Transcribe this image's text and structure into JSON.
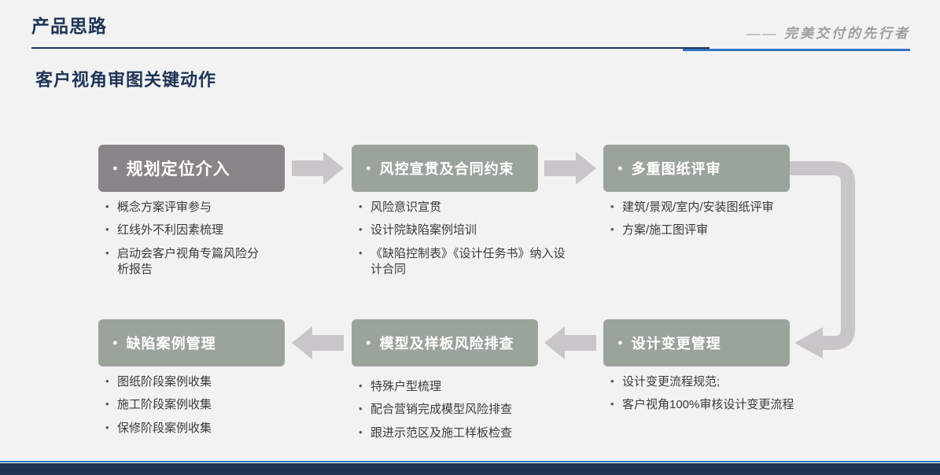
{
  "header": {
    "title": "产品思路",
    "tagline": "—— 完美交付的先行者"
  },
  "subtitle": "客户视角审图关键动作",
  "colors": {
    "navy": "#1e3455",
    "accent_blue": "#2f74c0",
    "box_primary": "#8a8488",
    "box_secondary": "#9ba49a",
    "arrow_gray": "#c9c5c8"
  },
  "flow": {
    "row1": [
      {
        "label": "规划定位介入",
        "bullets": [
          "概念方案评审参与",
          "红线外不利因素梳理",
          "启动会客户视角专篇风险分析报告"
        ]
      },
      {
        "label": "风控宣贯及合同约束",
        "bullets": [
          "风险意识宣贯",
          "设计院缺陷案例培训",
          "《缺陷控制表》《设计任务书》纳入设计合同"
        ]
      },
      {
        "label": "多重图纸评审",
        "bullets": [
          "建筑/景观/室内/安装图纸评审",
          "方案/施工图评审"
        ]
      }
    ],
    "row2": [
      {
        "label": "缺陷案例管理",
        "bullets": [
          "图纸阶段案例收集",
          "施工阶段案例收集",
          "保修阶段案例收集"
        ]
      },
      {
        "label": "模型及样板风险排查",
        "bullets": [
          "特殊户型梳理",
          "配合营销完成模型风险排查",
          "跟进示范区及施工样板检查"
        ]
      },
      {
        "label": "设计变更管理",
        "bullets": [
          "设计变更流程规范;",
          "客户视角100%审核设计变更流程"
        ]
      }
    ]
  }
}
